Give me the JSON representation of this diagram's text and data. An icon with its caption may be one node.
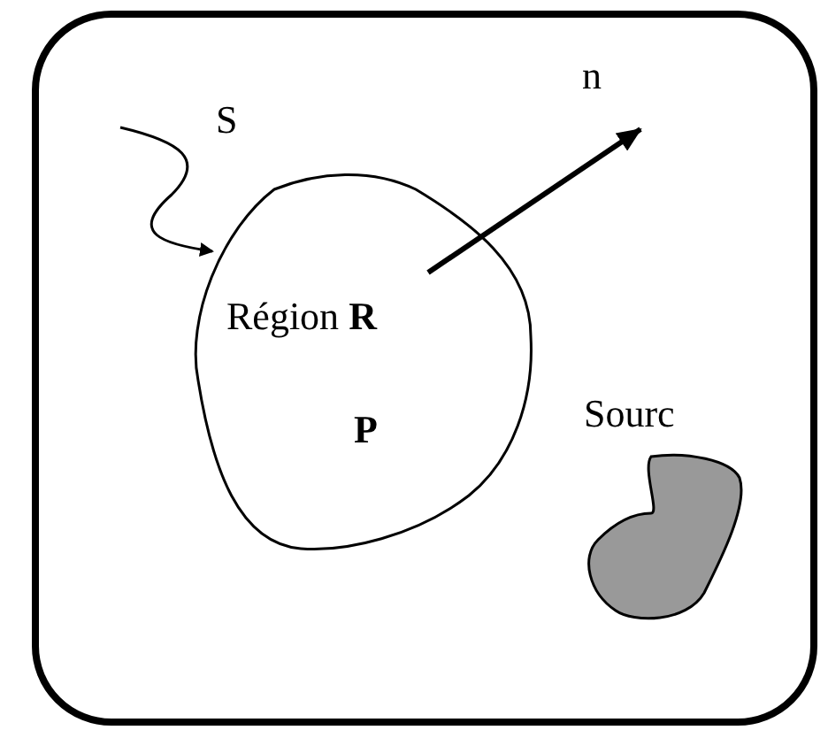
{
  "diagram": {
    "nodes": [
      {
        "text": [],
        "shape": "box"
      },
      {
        "text": [
          "Région **R**",
          "P"
        ],
        "in": 0
      },
      {
        "text": [],
        "shape": "blob",
        "in": 0,
        "beside": [
          "Sourc"
        ]
      }
    ],
    "edges": [
      {
        "from": null,
        "to": 1,
        "arrow": "to"
      },
      {
        "from": 1,
        "to": null,
        "arrow": "to",
        "style": "thick"
      }
    ],
    "labels": [
      "S",
      "n"
    ]
  }
}
